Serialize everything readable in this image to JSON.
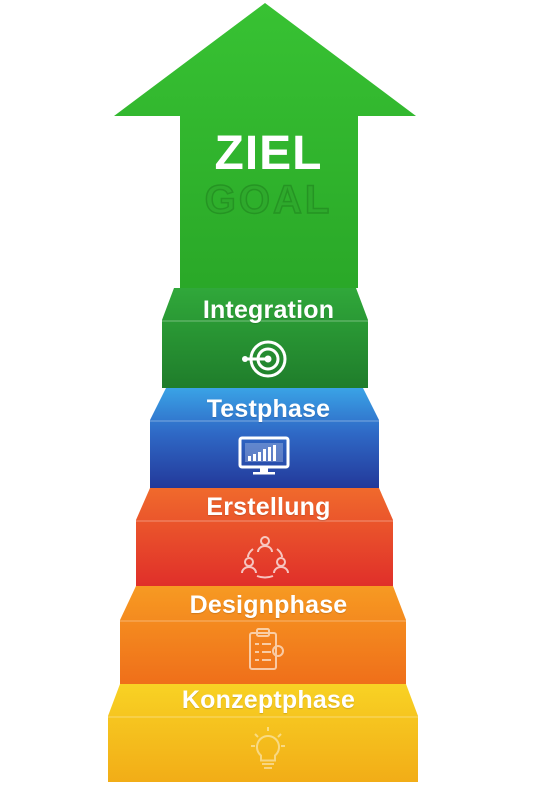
{
  "goal": {
    "title": "ZIEL",
    "subtitle": "GOAL"
  },
  "colors": {
    "arrow": "#2fb52c",
    "integration": "#2a9a34",
    "testphase": "#2e68c4",
    "erstellung": "#e9452a",
    "designphase": "#f38a1c",
    "konzeptphase": "#f7c51e"
  },
  "steps": [
    {
      "label": "Integration",
      "icon": "target-icon"
    },
    {
      "label": "Testphase",
      "icon": "monitor-chart-icon"
    },
    {
      "label": "Erstellung",
      "icon": "team-cycle-icon"
    },
    {
      "label": "Designphase",
      "icon": "clipboard-checklist-icon"
    },
    {
      "label": "Konzeptphase",
      "icon": "lightbulb-idea-icon"
    }
  ]
}
